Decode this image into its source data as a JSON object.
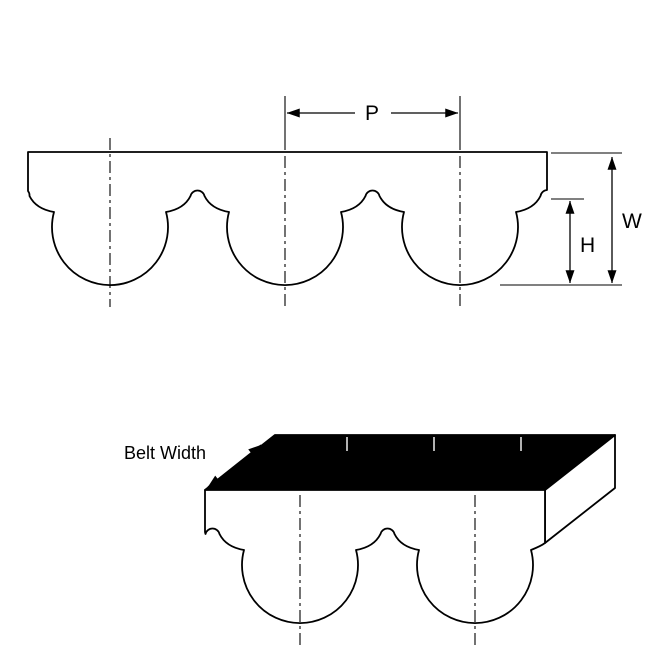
{
  "diagram": {
    "type": "timing-belt-tooth-profile",
    "labels": {
      "pitch": "P",
      "overall_depth": "W",
      "tooth_height": "H",
      "belt_width": "Belt Width"
    },
    "colors": {
      "line": "#000000",
      "belt_fill": "#ffffff",
      "belt_back_fill": "#000000",
      "background": "#ffffff"
    }
  }
}
